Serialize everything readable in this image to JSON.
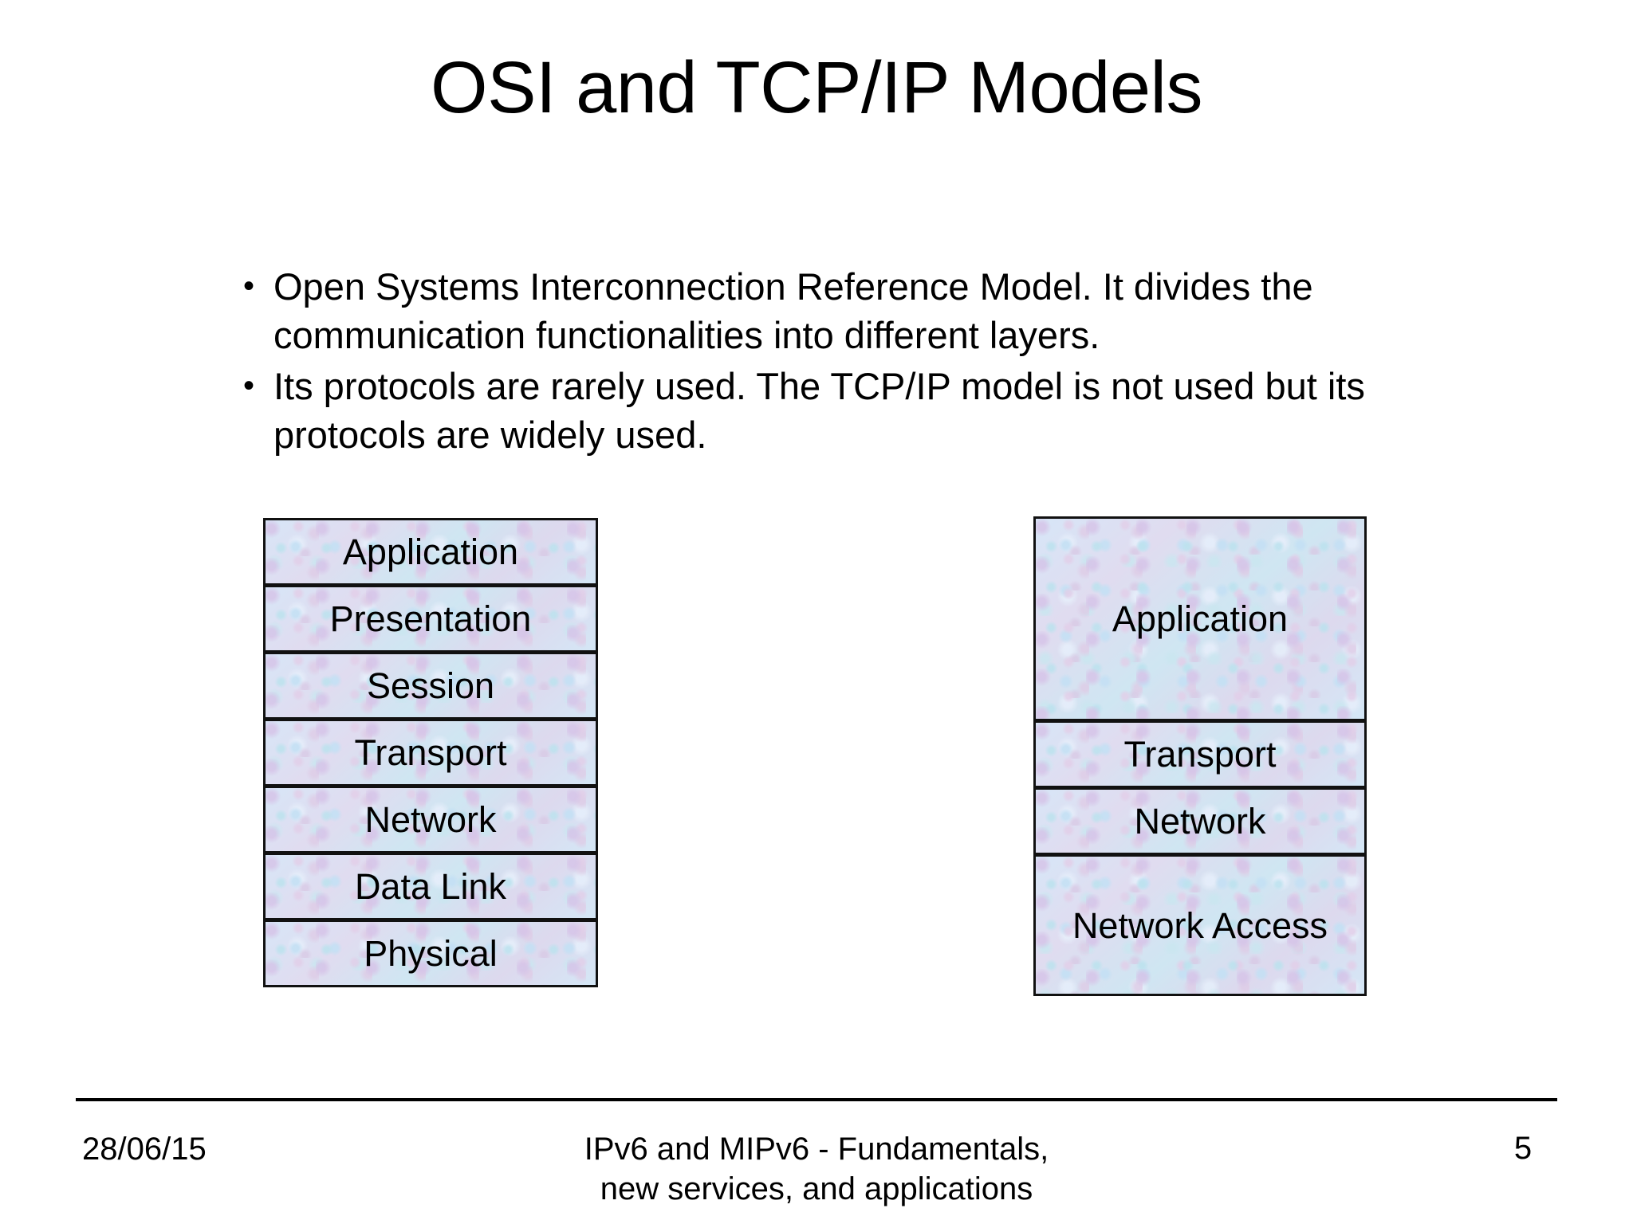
{
  "slide": {
    "title": "OSI and TCP/IP Models",
    "page_number": "5",
    "background_color": "#ffffff",
    "text_color": "#000000",
    "box_fill_color": "#cfe3f5",
    "box_border_color": "#111111"
  },
  "bullets": [
    {
      "marker": "•",
      "text": "Open Systems Interconnection Reference Model. It divides the communication functionalities into different layers."
    },
    {
      "marker": "•",
      "text": "Its protocols are rarely used. The TCP/IP model is not used but its protocols are widely used."
    }
  ],
  "diagram": {
    "osi_stack": {
      "name": "OSI model layer stack",
      "layers": [
        {
          "label": "Application"
        },
        {
          "label": "Presentation"
        },
        {
          "label": "Session"
        },
        {
          "label": "Transport"
        },
        {
          "label": "Network"
        },
        {
          "label": "Data Link"
        },
        {
          "label": "Physical"
        }
      ]
    },
    "tcpip_stack": {
      "name": "TCP/IP model layer stack",
      "layers": [
        {
          "label": "Application"
        },
        {
          "label": "Transport"
        },
        {
          "label": "Network"
        },
        {
          "label": "Network Access"
        }
      ]
    }
  },
  "footer": {
    "date": "28/06/15",
    "title_line1": "IPv6 and MIPv6 - Fundamentals,",
    "title_line2": "new services, and applications",
    "page_number": "5"
  }
}
